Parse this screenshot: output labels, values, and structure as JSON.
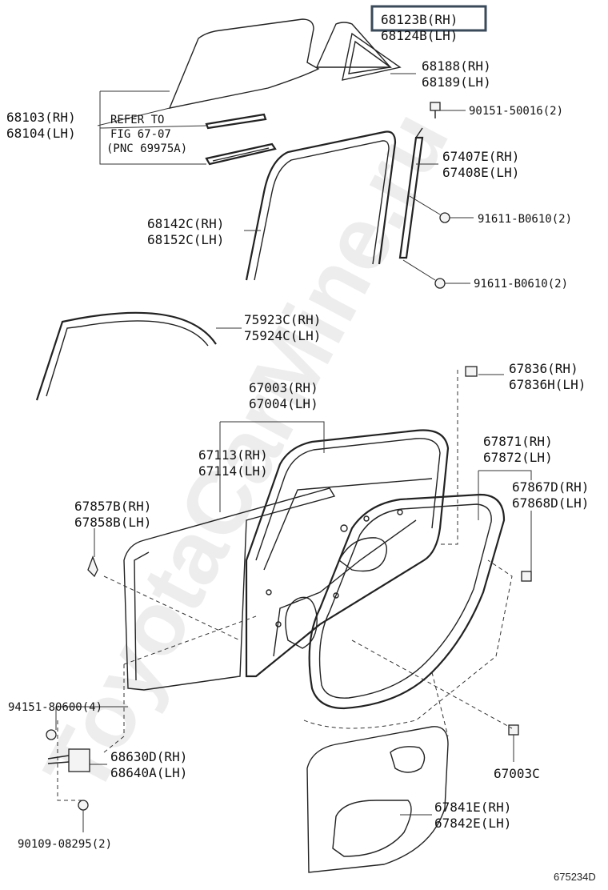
{
  "watermark": "ToyotaCarMine.ru",
  "diagram_code": "675234D",
  "highlight": "#3a4a5a",
  "refer": {
    "line1": "REFER TO",
    "line2": "FIG 67-07",
    "line3": "(PNC 69975A)"
  },
  "labels": {
    "p68123b": "68123B(RH)",
    "p68124b": "68124B(LH)",
    "p68188": "68188(RH)",
    "p68189": "68189(LH)",
    "p90151": "90151-50016(2)",
    "p68103": "68103(RH)",
    "p68104": "68104(LH)",
    "p67407e": "67407E(RH)",
    "p67408e": "67408E(LH)",
    "p91611a": "91611-B0610(2)",
    "p68142c": "68142C(RH)",
    "p68152c": "68152C(LH)",
    "p91611b": "91611-B0610(2)",
    "p75923c": "75923C(RH)",
    "p75924c": "75924C(LH)",
    "p67836": "67836(RH)",
    "p67836h": "67836H(LH)",
    "p67003": "67003(RH)",
    "p67004": "67004(LH)",
    "p67113": "67113(RH)",
    "p67114": "67114(LH)",
    "p67871": "67871(RH)",
    "p67872": "67872(LH)",
    "p67857b": "67857B(RH)",
    "p67858b": "67858B(LH)",
    "p67867d": "67867D(RH)",
    "p67868d": "67868D(LH)",
    "p94151": "94151-80600(4)",
    "p68630d": "68630D(RH)",
    "p68640a": "68640A(LH)",
    "p67003c": "67003C",
    "p67841e": "67841E(RH)",
    "p67842e": "67842E(LH)",
    "p90109": "90109-08295(2)"
  }
}
